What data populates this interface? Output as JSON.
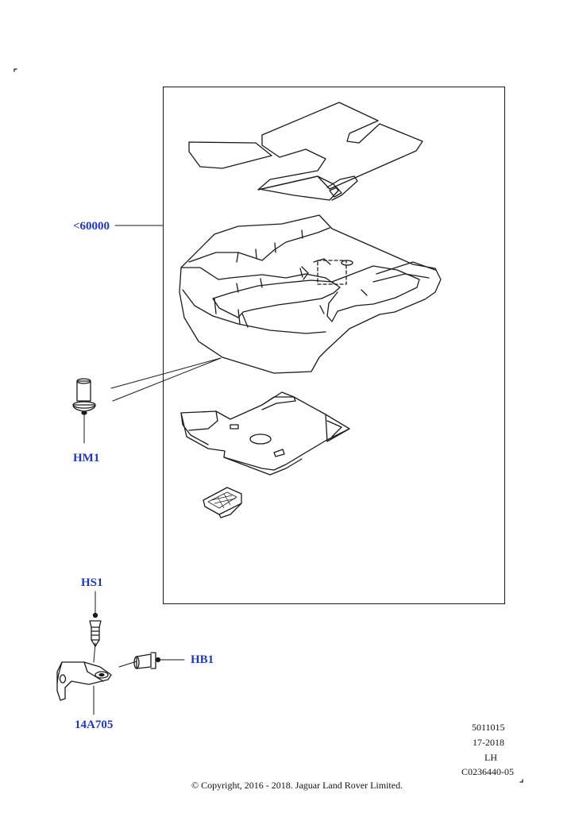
{
  "callouts": {
    "seat_cushion_assembly": "<60000",
    "hm1": "HM1",
    "hs1": "HS1",
    "hb1": "HB1",
    "bracket": "14A705"
  },
  "info_block": {
    "line1": "5011015",
    "line2": "17-2018",
    "line3": "LH",
    "line4": "C0236440-05"
  },
  "copyright": "© Copyright, 2016 - 2018. Jaguar Land Rover Limited.",
  "colors": {
    "callout_text": "#1f37c8",
    "line_art": "#1a1a1a",
    "background": "#ffffff"
  }
}
